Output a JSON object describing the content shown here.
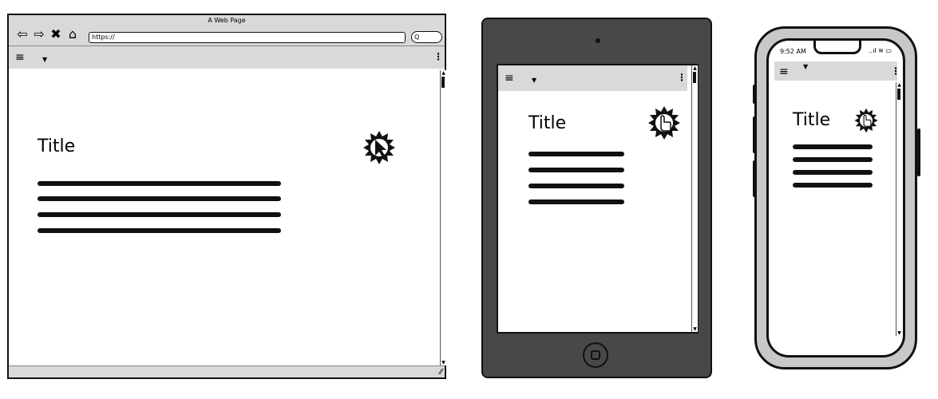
{
  "browser": {
    "window_title": "A Web Page",
    "url": "https://",
    "search_icon": "Q",
    "nav_icons": [
      "back-arrow-icon",
      "forward-arrow-icon",
      "close-icon",
      "home-icon"
    ],
    "hamburger": "≡",
    "kebab": "⋮",
    "content": {
      "title": "Title"
    },
    "grip": "⁄⁄"
  },
  "tablet": {
    "hamburger": "≡",
    "kebab": "⋮",
    "content": {
      "title": "Title"
    }
  },
  "phone": {
    "status_time": "9:52 AM",
    "status_icons": "..ıl ≋ ▭",
    "hamburger": "≡",
    "kebab": "⋮",
    "content": {
      "title": "Title"
    }
  },
  "colors": {
    "chrome": "#d9d9d9",
    "tablet_body": "#484848",
    "phone_body": "#c8c8c8",
    "ink": "#111111"
  }
}
